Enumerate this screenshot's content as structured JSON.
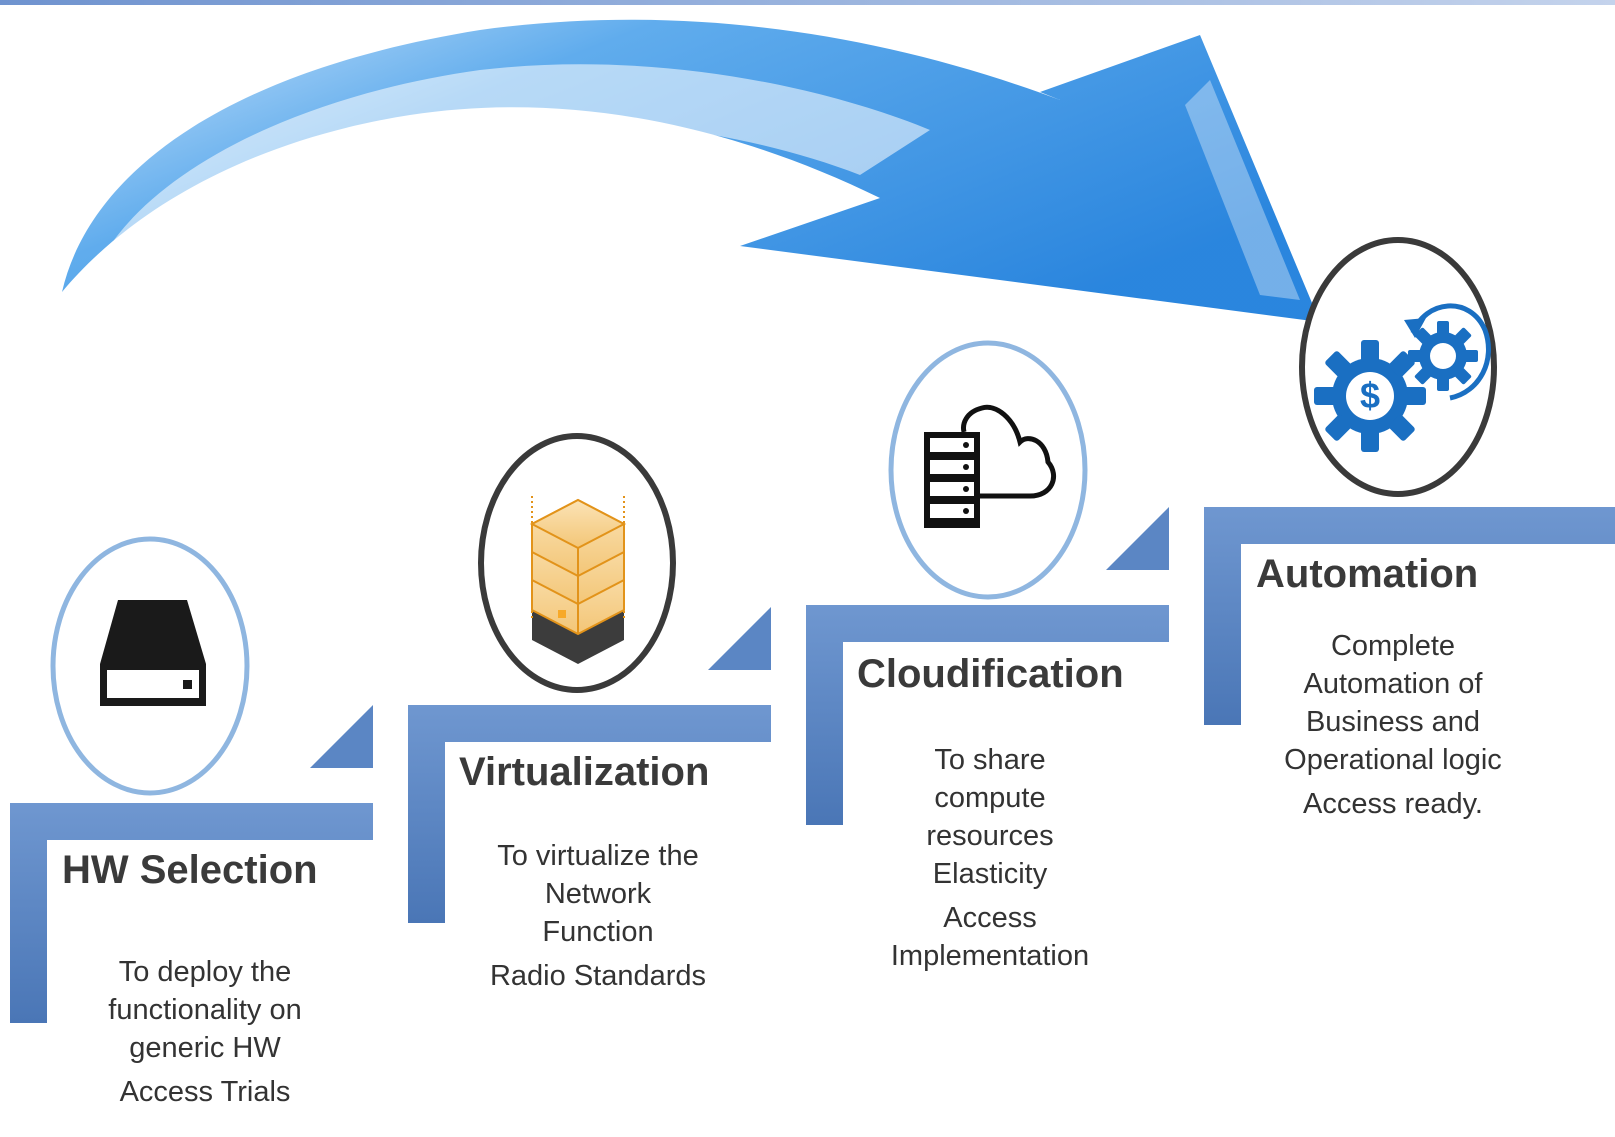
{
  "stages": [
    {
      "title": "HW Selection",
      "desc": [
        "To deploy the",
        "functionality on",
        "generic HW"
      ],
      "extra": "Access Trials",
      "icon": "hard-drive-icon"
    },
    {
      "title": "Virtualization",
      "desc": [
        "To virtualize the",
        "Network",
        "Function"
      ],
      "extra": "Radio Standards",
      "icon": "server-stack-icon"
    },
    {
      "title": "Cloudification",
      "desc": [
        "To share",
        "compute",
        "resources",
        "Elasticity"
      ],
      "extra": "Access Implementation",
      "extra_lines": [
        "Access",
        "Implementation"
      ],
      "icon": "server-cloud-icon"
    },
    {
      "title": "Automation",
      "desc": [
        "Complete",
        "Automation of",
        "Business and",
        "Operational logic"
      ],
      "extra": "Access ready.",
      "icon": "gear-automation-icon"
    }
  ],
  "colors": {
    "step": "#5b86c4",
    "step_dark": "#3f67a3",
    "ring_light": "#8fb6e0",
    "ring_dark": "#3a3a3a",
    "arrow": "#3a8fe0",
    "gear": "#1a6fc2"
  }
}
